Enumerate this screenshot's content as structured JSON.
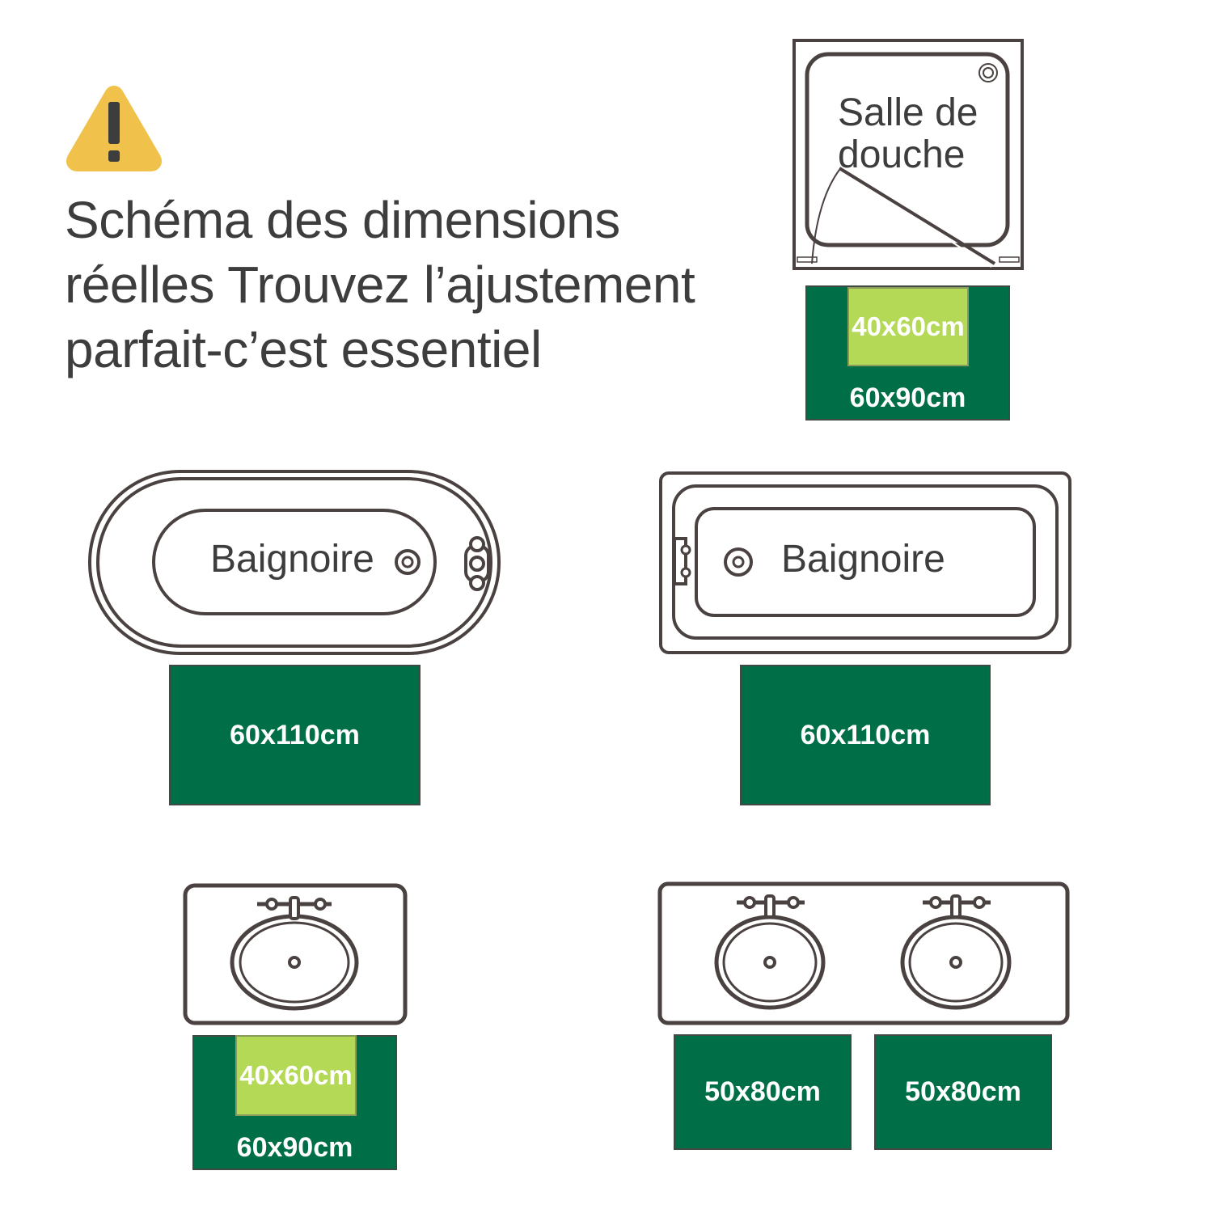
{
  "heading": {
    "line1": "Schéma des dimensions",
    "line2": "réelles  Trouvez l’ajustement",
    "line3": "parfait-c’est essentiel"
  },
  "icons": {
    "warning": "warning-icon"
  },
  "colors": {
    "mat_dark_green": "#006e47",
    "mat_light_green": "#b3d957",
    "warning_yellow": "#f0c14b",
    "outline": "#4a4240",
    "text": "#3d3d3d"
  },
  "fixtures": {
    "shower": {
      "label_line1": "Salle de",
      "label_line2": "douche",
      "mat_outer": "60x90cm",
      "mat_inner": "40x60cm"
    },
    "bath_oval": {
      "label": "Baignoire",
      "mat": "60x110cm"
    },
    "bath_rect": {
      "label": "Baignoire",
      "mat": "60x110cm"
    },
    "sink_single": {
      "mat_outer": "60x90cm",
      "mat_inner": "40x60cm"
    },
    "sink_double": {
      "mat_left": "50x80cm",
      "mat_right": "50x80cm"
    }
  }
}
